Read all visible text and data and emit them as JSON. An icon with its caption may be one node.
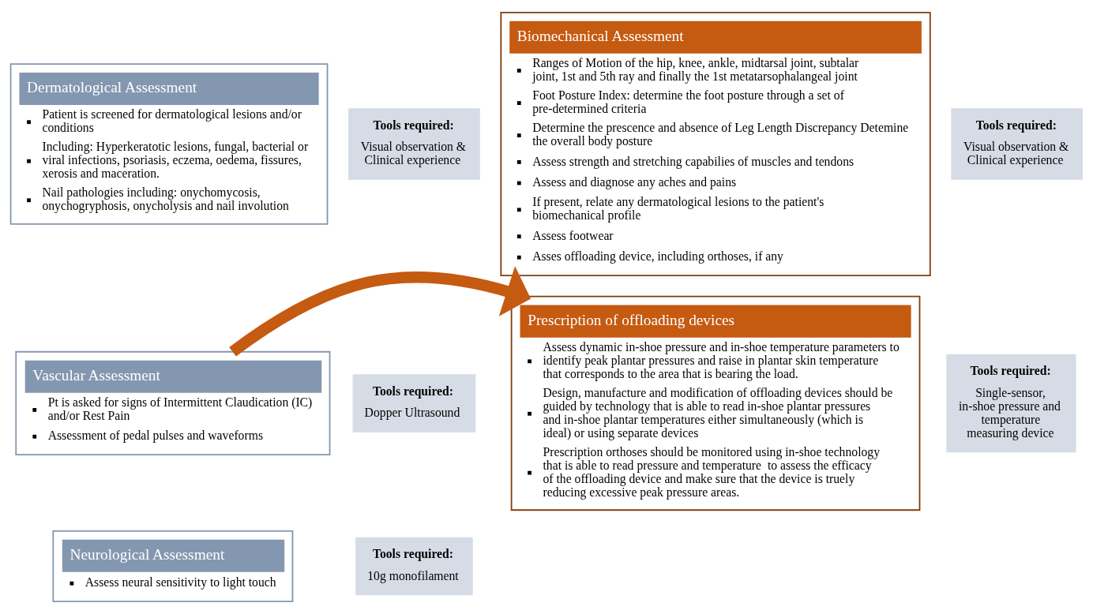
{
  "diagram": {
    "nodes": [
      {
        "text": [
          "Dermatological Assessment",
          "Patient is screened for dermatological lesions and/or conditions",
          "Including: Hyperkeratotic lesions, fungal, bacterial or viral infections, psoriasis, eczema, oedema, fissures, xerosis and maceration.",
          "Nail pathologies including: onychomycosis, onychogryphosis, onycholysis and nail involution"
        ]
      },
      {
        "text": [
          "Tools required:",
          "Visual observation & Clinical experience"
        ]
      },
      {
        "text": [
          "Vascular Assessment",
          "Pt is asked for signs of Intermittent Claudication (IC) and/or Rest Pain",
          "Assessment of pedal pulses and waveforms"
        ]
      },
      {
        "text": [
          "Tools required:",
          "Dopper Ultrasound"
        ]
      },
      {
        "text": [
          "Neurological Assessment",
          "Assess neural sensitivity to light touch"
        ]
      },
      {
        "text": [
          "Tools required:",
          "10g monofilament"
        ]
      },
      {
        "text": [
          "Biomechanical Assessment",
          "Ranges of Motion of the hip, knee, ankle, midtarsal joint, subtalar joint, 1st and 5th ray and finally the 1st metatarsophalangeal joint",
          "Foot Posture Index: determine the foot posture through a set of pre-determined criteria",
          "Determine the prescence and absence of Leg Length Discrepancy Detemine the overall body posture",
          "Assess strength and stretching capabilies of muscles and tendons",
          "Assess and diagnose any aches and pains",
          "If present, relate any dermatological lesions to the patient's biomechanical profile",
          "Assess footwear",
          "Asses offloading device, including orthoses, if any"
        ]
      },
      {
        "text": [
          "Tools required:",
          "Visual observation & Clinical experience"
        ]
      },
      {
        "text": [
          "Prescription of offloading devices",
          "Assess dynamic in-shoe pressure and in-shoe temperature parameters to identify peak plantar pressures and raise in plantar skin temperature that corresponds to the area that is bearing the load.",
          "Design, manufacture and modification of offloading devices should be guided by technology that is able to read in-shoe plantar pressures and in-shoe plantar temperatures either simultaneously (which is ideal) or using separate devices",
          "Prescription orthoses should be monitored using in-shoe technology that is able to read pressure and temperature  to assess the efficacy of the offloading device and make sure that the device is truely reducing excessive peak pressure areas."
        ]
      },
      {
        "text": [
          "Tools required:",
          "Single-sensor, in-shoe pressure and temperature measuring device"
        ]
      }
    ],
    "edges": [
      {
        "from": 2,
        "to": 8,
        "arrow": "to"
      }
    ]
  }
}
